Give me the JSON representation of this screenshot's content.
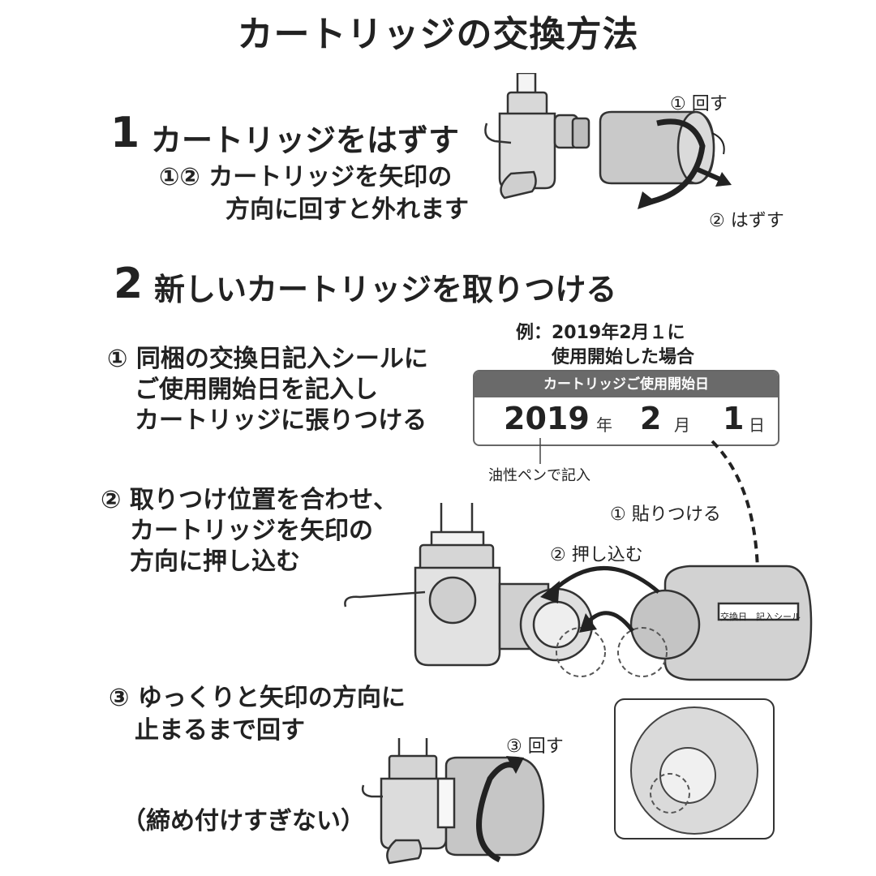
{
  "title": "カートリッジの交換方法",
  "step1": {
    "number": "1",
    "heading": "カートリッジをはずす",
    "desc": [
      "①② カートリッジを矢印の",
      "方向に回すと外れます"
    ],
    "label_rotate": "① 回す",
    "label_remove": "② はずす"
  },
  "step2": {
    "number": "2",
    "heading": "新しいカートリッジを取りつける",
    "sub1": [
      "① 同梱の交換日記入シールに",
      "ご使用開始日を記入し",
      "カートリッジに張りつける"
    ],
    "example": [
      "例：2019年2月１に",
      "使用開始した場合"
    ],
    "label": {
      "header": "カートリッジご使用開始日",
      "year": "2019",
      "year_unit": "年",
      "month": "2",
      "month_unit": "月",
      "day": "1",
      "day_unit": "日"
    },
    "pen_note": "油性ペンで記入",
    "sub2": [
      "② 取りつけ位置を合わせ、",
      "カートリッジを矢印の",
      "方向に押し込む"
    ],
    "label_stick": "① 貼りつける",
    "label_push": "② 押し込む",
    "sticker_text": "交換日　記入シール",
    "sub3": [
      "③ ゆっくりと矢印の方向に",
      "止まるまで回す"
    ],
    "note": "（締め付けすぎない）",
    "label_rotate3": "③ 回す"
  }
}
